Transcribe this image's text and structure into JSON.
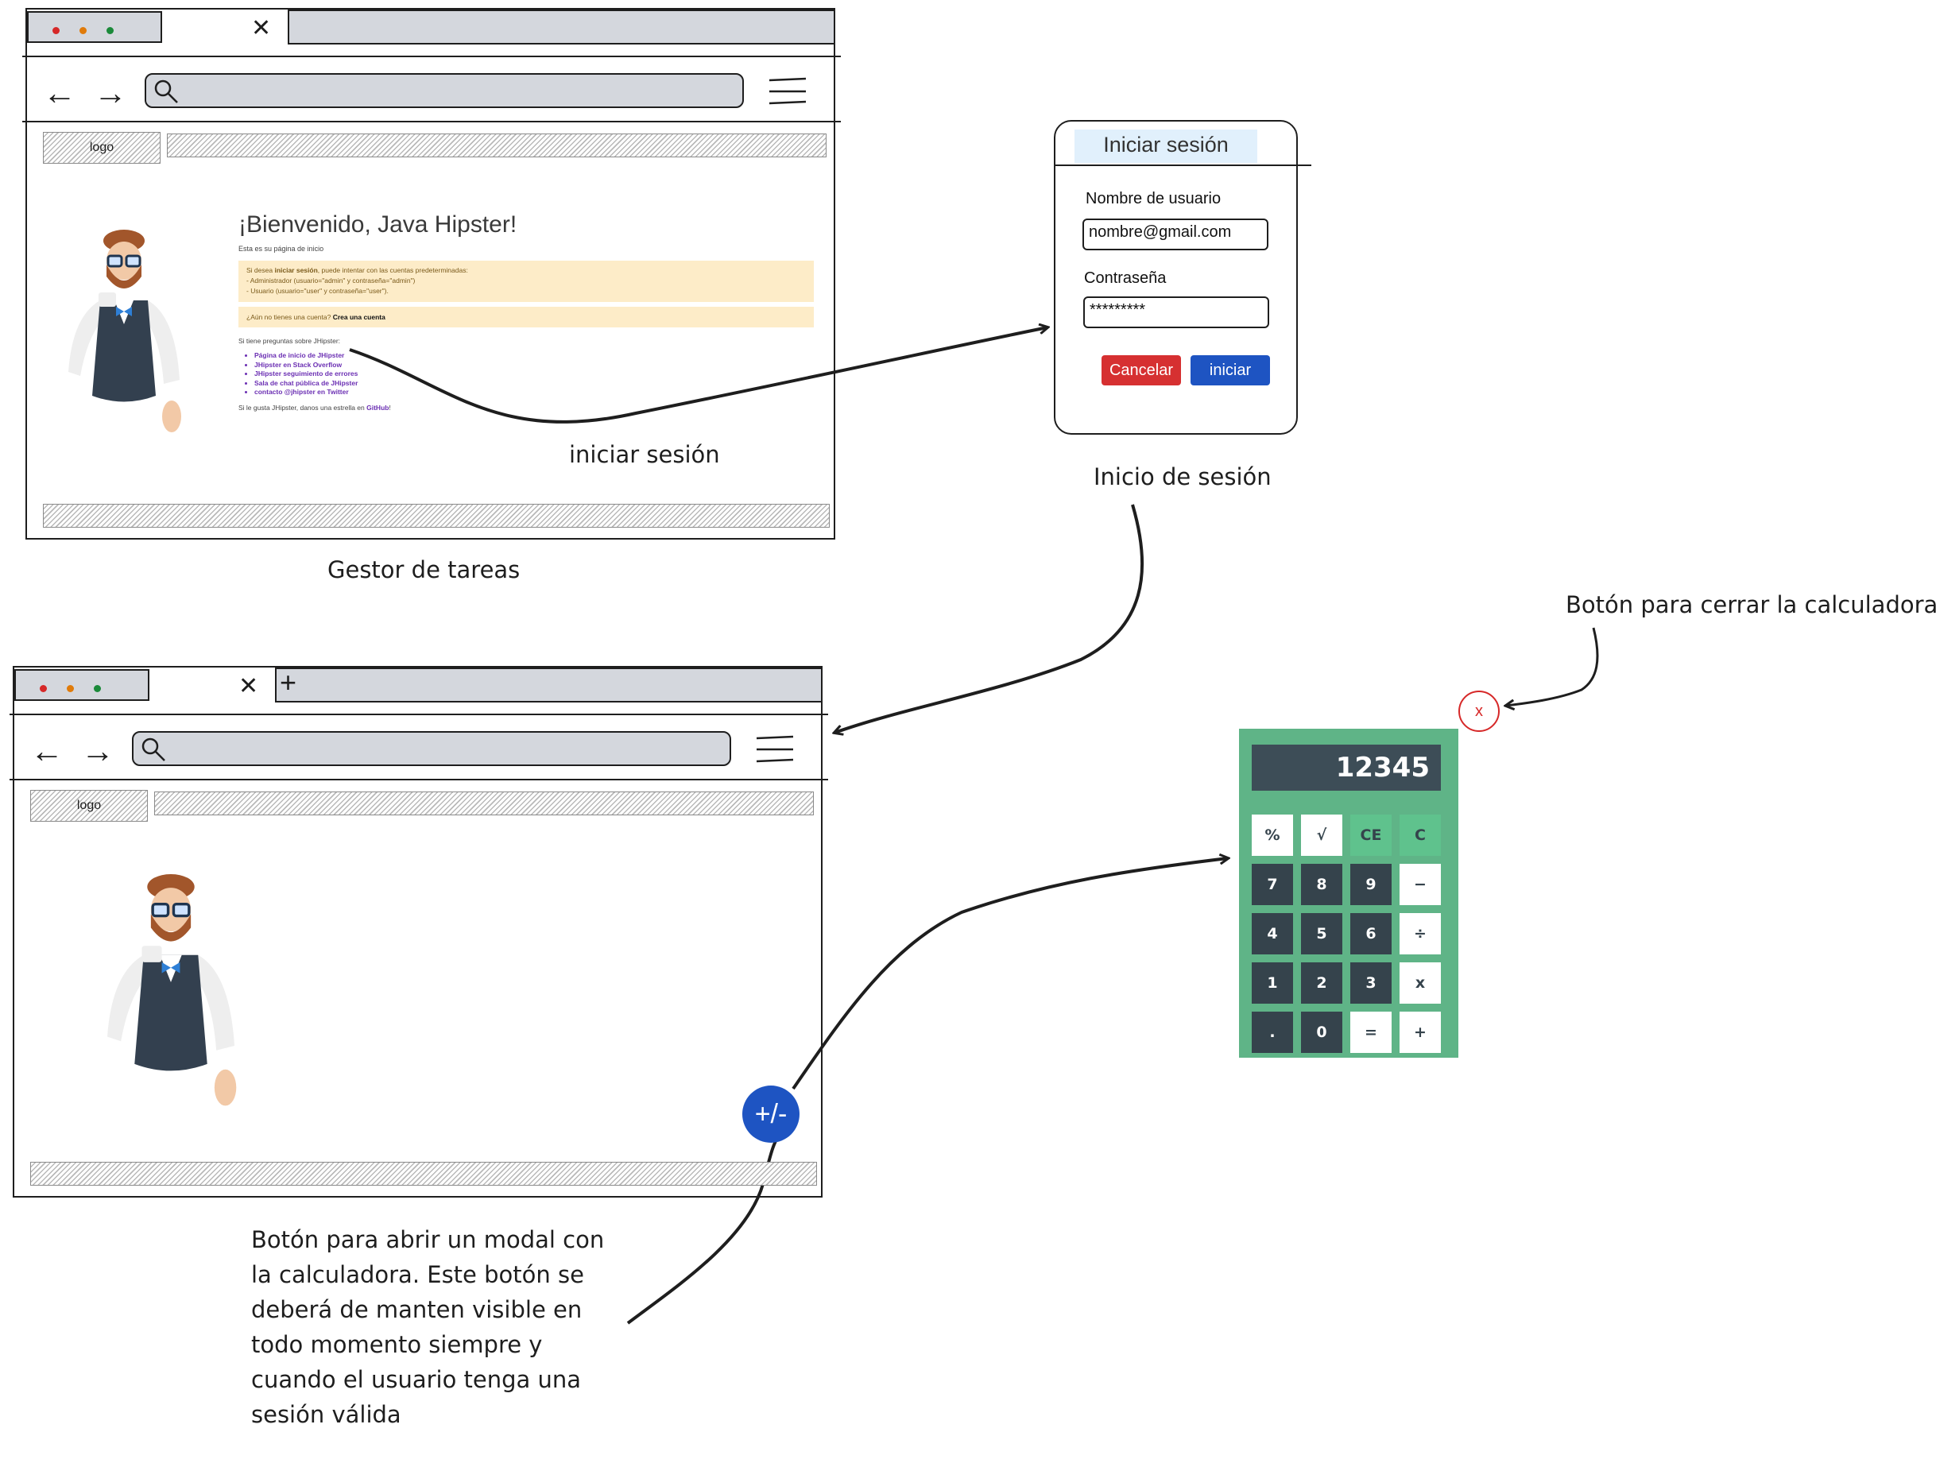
{
  "browser_top": {
    "logo": "logo",
    "welcome_title": "¡Bienvenido, Java Hipster!",
    "subtitle": "Esta es su página de inicio",
    "alert_login": {
      "prefix": "Si desea ",
      "bold": "iniciar sesión",
      "suffix": ", puede intentar con las cuentas predeterminadas:",
      "line2": "- Administrador (usuario=\"admin\" y contraseña=\"admin\")",
      "line3": "- Usuario (usuario=\"user\" y contraseña=\"user\")."
    },
    "alert_register": {
      "text": "¿Aún no tienes una cuenta? ",
      "link": "Crea una cuenta"
    },
    "questions": "Si tiene preguntas sobre JHipster:",
    "links": [
      "Página de inicio de JHipster",
      "JHipster en Stack Overflow",
      "JHipster seguimiento de errores",
      "Sala de chat pública de JHipster",
      "contacto @jhipster en Twitter"
    ],
    "footer_note_prefix": "Si le gusta JHipster, danos una estrella en ",
    "footer_note_link": "GitHub",
    "footer_note_suffix": "!"
  },
  "browser_bottom": {
    "logo": "logo",
    "fab_label": "+/-"
  },
  "login_modal": {
    "title": "Iniciar sesión",
    "username_label": "Nombre de usuario",
    "username_value": "nombre@gmail.com",
    "password_label": "Contraseña",
    "password_value": "*********",
    "cancel_label": "Cancelar",
    "submit_label": "iniciar"
  },
  "calculator": {
    "display": "12345",
    "keys": [
      {
        "label": "%",
        "style": "white"
      },
      {
        "label": "√",
        "style": "white"
      },
      {
        "label": "CE",
        "style": "green"
      },
      {
        "label": "C",
        "style": "green"
      },
      {
        "label": "7",
        "style": "dark"
      },
      {
        "label": "8",
        "style": "dark"
      },
      {
        "label": "9",
        "style": "dark"
      },
      {
        "label": "−",
        "style": "white"
      },
      {
        "label": "4",
        "style": "dark"
      },
      {
        "label": "5",
        "style": "dark"
      },
      {
        "label": "6",
        "style": "dark"
      },
      {
        "label": "÷",
        "style": "white"
      },
      {
        "label": "1",
        "style": "dark"
      },
      {
        "label": "2",
        "style": "dark"
      },
      {
        "label": "3",
        "style": "dark"
      },
      {
        "label": "x",
        "style": "white"
      },
      {
        "label": ".",
        "style": "dark"
      },
      {
        "label": "0",
        "style": "dark"
      },
      {
        "label": "=",
        "style": "white"
      },
      {
        "label": "+",
        "style": "white"
      }
    ],
    "close_symbol": "x"
  },
  "captions": {
    "gestor": "Gestor de tareas",
    "iniciar": "iniciar sesión",
    "inicio": "Inicio de sesión",
    "cerrar": "Botón para cerrar la calculadora",
    "modal_lines": [
      "Botón para abrir un modal con",
      "la calculadora. Este botón se",
      "deberá de manten visible en",
      "todo momento siempre y",
      "cuando el usuario tenga una",
      "sesión válida"
    ]
  },
  "colors": {
    "dot_red": "#d62828",
    "dot_orange": "#e07b0a",
    "dot_green": "#1b8a3a",
    "fab": "#1e54c2",
    "cancel": "#d63031",
    "submit": "#1e54c2",
    "calc_bg": "#5fb487",
    "calc_dark": "#35434c"
  }
}
